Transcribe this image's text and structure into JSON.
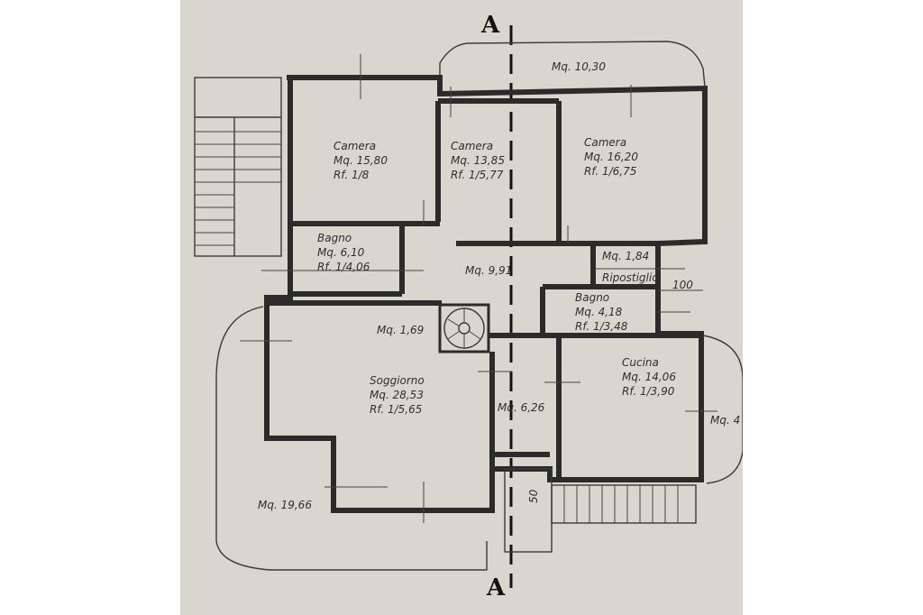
{
  "section_marks": {
    "top": "A",
    "bottom": "A"
  },
  "rooms": {
    "camera_left": {
      "name": "Camera",
      "area": "Mq. 15,80",
      "rf": "Rf. 1/8"
    },
    "camera_mid": {
      "name": "Camera",
      "area": "Mq. 13,85",
      "rf": "Rf. 1/5,77"
    },
    "camera_right": {
      "name": "Camera",
      "area": "Mq. 16,20",
      "rf": "Rf. 1/6,75"
    },
    "bagno_1": {
      "name": "Bagno",
      "area": "Mq. 6,10",
      "rf": "Rf. 1/4,06"
    },
    "corridoio": {
      "area": "Mq. 9,91"
    },
    "ripostiglio": {
      "name": "Ripostiglio",
      "area": "Mq. 1,84"
    },
    "bagno_2": {
      "name": "Bagno",
      "area": "Mq. 4,18",
      "rf": "Rf. 1/3,48"
    },
    "scala": {
      "area": "Mq. 1,69"
    },
    "soggiorno": {
      "name": "Soggiorno",
      "area": "Mq. 28,53",
      "rf": "Rf. 1/5,65"
    },
    "ingresso": {
      "area": "Mq. 6,26"
    },
    "cucina": {
      "name": "Cucina",
      "area": "Mq. 14,06",
      "rf": "Rf. 1/3,90"
    }
  },
  "balconies": {
    "top": "Mq. 10,30",
    "left": "Mq. 19,66",
    "right": "Mq. 4"
  },
  "dimensions": {
    "right_wall": "100",
    "entrance": "50"
  }
}
